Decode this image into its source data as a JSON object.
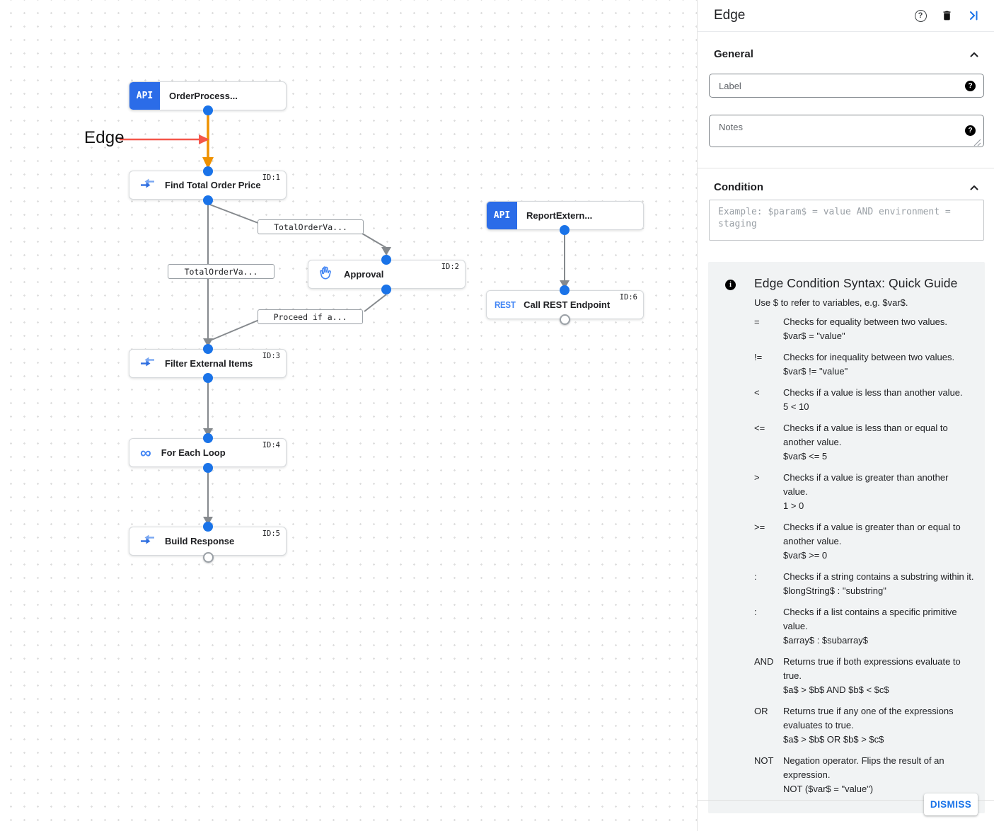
{
  "canvas": {
    "annotation": {
      "label": "Edge"
    },
    "icon_labels": {
      "api": "API",
      "rest": "REST"
    },
    "nodes": [
      {
        "title": "OrderProcess...",
        "id_label": ""
      },
      {
        "title": "Find Total Order Price",
        "id_label": "ID:1"
      },
      {
        "title": "Approval",
        "id_label": "ID:2"
      },
      {
        "title": "ReportExtern...",
        "id_label": ""
      },
      {
        "title": "Call REST Endpoint",
        "id_label": "ID:6"
      },
      {
        "title": "Filter External Items",
        "id_label": "ID:3"
      },
      {
        "title": "For Each Loop",
        "id_label": "ID:4"
      },
      {
        "title": "Build Response",
        "id_label": "ID:5"
      }
    ],
    "edge_labels": [
      "TotalOrderVa...",
      "TotalOrderVa...",
      "Proceed if a..."
    ]
  },
  "panel": {
    "title": "Edge",
    "sections": {
      "general": {
        "title": "General",
        "label_placeholder": "Label",
        "notes_placeholder": "Notes"
      },
      "condition": {
        "title": "Condition",
        "placeholder": "Example: $param$ = value AND environment = staging"
      }
    },
    "guide": {
      "title": "Edge Condition Syntax: Quick Guide",
      "subtitle": "Use $ to refer to variables, e.g. $var$.",
      "rows": [
        {
          "op": "=",
          "desc": "Checks for equality between two values.",
          "example": "$var$ = \"value\""
        },
        {
          "op": "!=",
          "desc": "Checks for inequality between two values.",
          "example": "$var$ != \"value\""
        },
        {
          "op": "<",
          "desc": "Checks if a value is less than another value.",
          "example": "5 < 10"
        },
        {
          "op": "<=",
          "desc": "Checks if a value is less than or equal to another value.",
          "example": "$var$ <= 5"
        },
        {
          "op": ">",
          "desc": "Checks if a value is greater than another value.",
          "example": "1 > 0"
        },
        {
          "op": ">=",
          "desc": "Checks if a value is greater than or equal to another value.",
          "example": "$var$ >= 0"
        },
        {
          "op": ":",
          "desc": "Checks if a string contains a substring within it.",
          "example": "$longString$ : \"substring\""
        },
        {
          "op": ":",
          "desc": "Checks if a list contains a specific primitive value.",
          "example": "$array$ : $subarray$"
        },
        {
          "op": "AND",
          "desc": "Returns true if both expressions evaluate to true.",
          "example": "$a$ > $b$ AND $b$ < $c$"
        },
        {
          "op": "OR",
          "desc": "Returns true if any one of the expressions evaluates to true.",
          "example": "$a$ > $b$ OR $b$ > $c$"
        },
        {
          "op": "NOT",
          "desc": "Negation operator. Flips the result of an expression.",
          "example": "NOT ($var$ = \"value\")"
        }
      ]
    },
    "dismiss_label": "DISMISS",
    "colors": {
      "accent": "#1a73e8",
      "selected_edge_orange": "#ef9100",
      "annotation_red": "#f4564a"
    }
  }
}
